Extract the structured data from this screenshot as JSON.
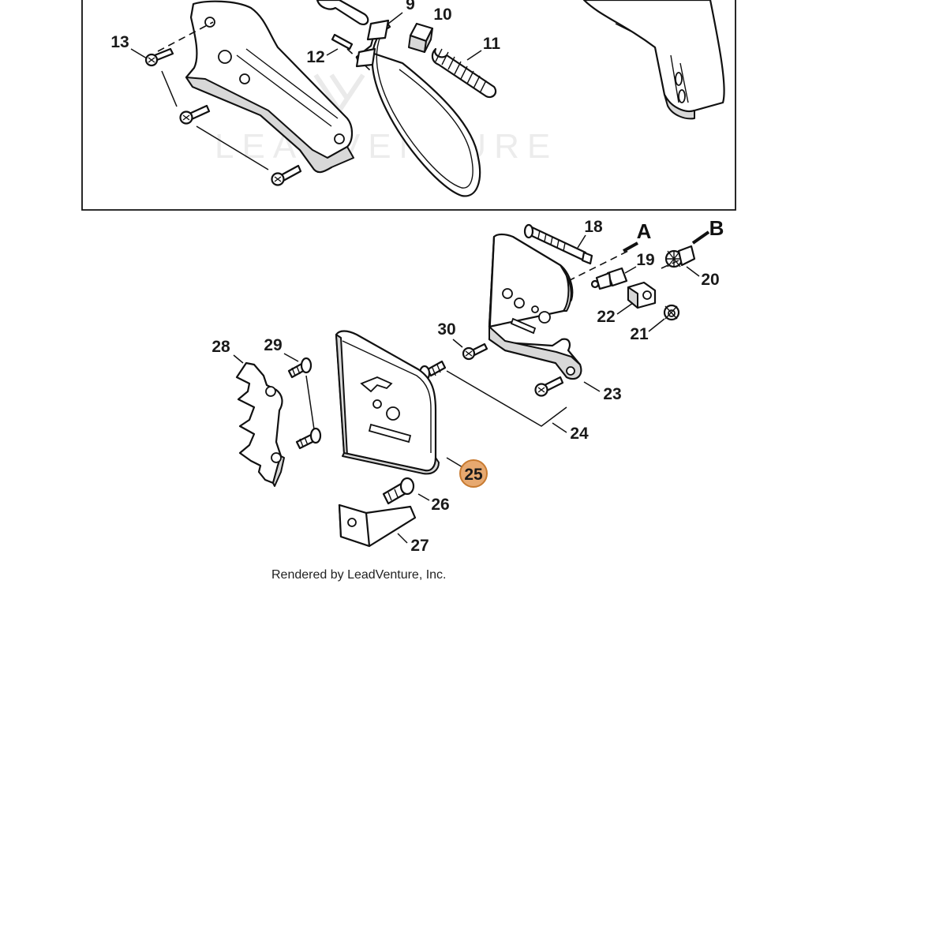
{
  "callouts": [
    {
      "id": "9",
      "text": "9"
    },
    {
      "id": "10",
      "text": "10"
    },
    {
      "id": "11",
      "text": "11"
    },
    {
      "id": "12",
      "text": "12"
    },
    {
      "id": "13",
      "text": "13"
    },
    {
      "id": "18",
      "text": "18"
    },
    {
      "id": "19",
      "text": "19"
    },
    {
      "id": "20",
      "text": "20"
    },
    {
      "id": "21",
      "text": "21"
    },
    {
      "id": "22",
      "text": "22"
    },
    {
      "id": "23",
      "text": "23"
    },
    {
      "id": "24",
      "text": "24"
    },
    {
      "id": "25",
      "text": "25",
      "highlighted": true
    },
    {
      "id": "26",
      "text": "26"
    },
    {
      "id": "27",
      "text": "27"
    },
    {
      "id": "28",
      "text": "28"
    },
    {
      "id": "29",
      "text": "29"
    },
    {
      "id": "30",
      "text": "30"
    }
  ],
  "markers": {
    "a": "A",
    "b": "B"
  },
  "watermark": "LEADVENTURE",
  "credit": "Rendered by LeadVenture, Inc.",
  "colors": {
    "highlight_fill": "#e7a970",
    "highlight_stroke": "#c77a30",
    "line": "#111111"
  }
}
